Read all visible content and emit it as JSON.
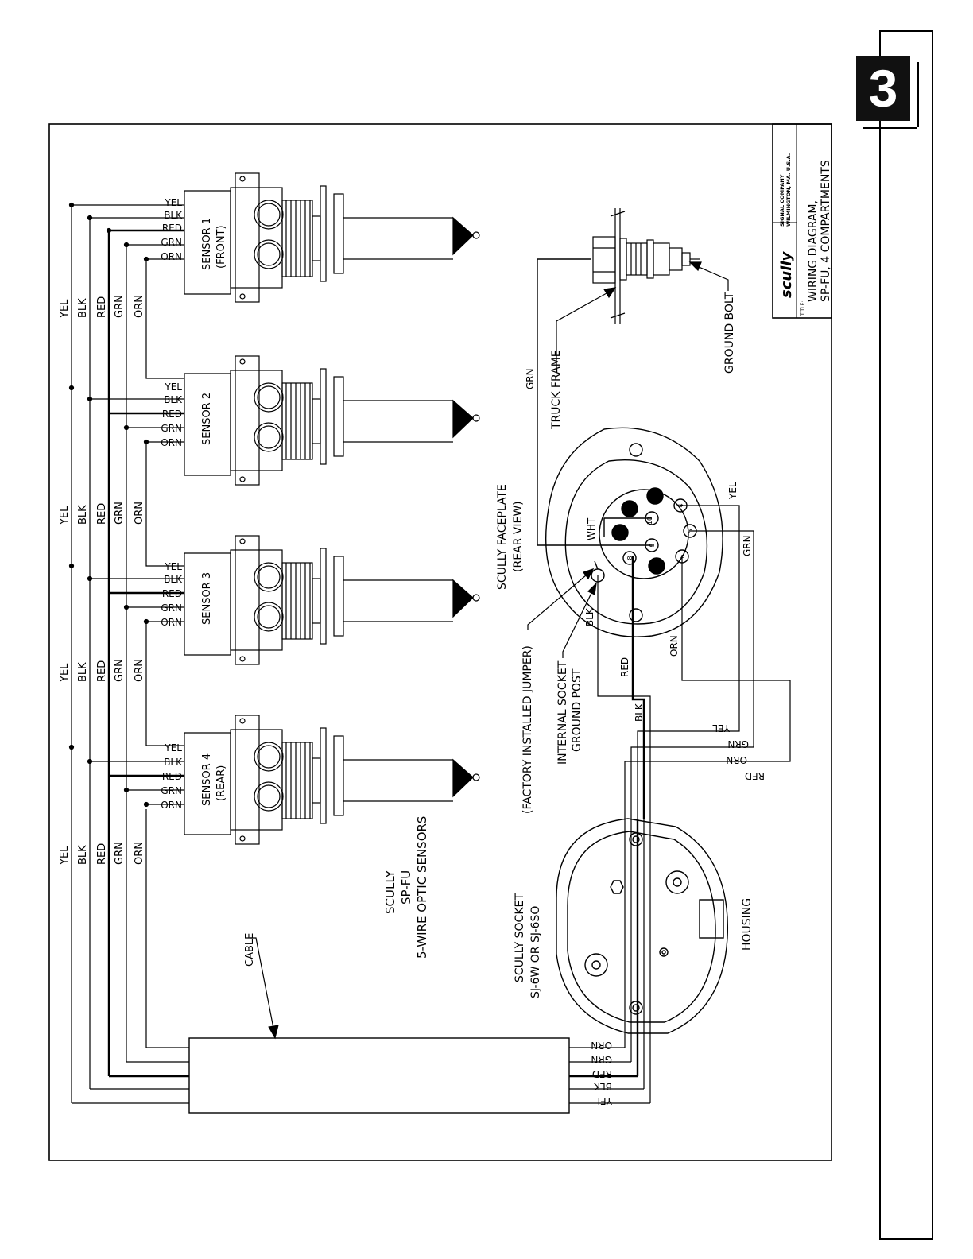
{
  "section_number": "3",
  "title_block": {
    "brand": "scully",
    "company_line1": "SIGNAL COMPANY",
    "company_line2": "WILMINGTON, MA. U.S.A.",
    "title_label": "TITLE:",
    "title_line1": "WIRING DIAGRAM,",
    "title_line2": "SP-FU, 4 COMPARTMENTS"
  },
  "sensors": [
    {
      "name": "SENSOR 1",
      "sub": "(FRONT)"
    },
    {
      "name": "SENSOR 2",
      "sub": ""
    },
    {
      "name": "SENSOR 3",
      "sub": ""
    },
    {
      "name": "SENSOR 4",
      "sub": "(REAR)"
    }
  ],
  "wires": [
    "YEL",
    "BLK",
    "RED",
    "GRN",
    "ORN"
  ],
  "labels": {
    "cable": "CABLE",
    "sensor_desc_1": "SCULLY",
    "sensor_desc_2": "SP-FU",
    "sensor_desc_3": "5-WIRE OPTIC SENSORS",
    "socket_1": "SCULLY SOCKET",
    "socket_2": "SJ-6W OR SJ-6SO",
    "housing": "HOUSING",
    "jumper": "(FACTORY INSTALLED JUMPER)",
    "ground_post_1": "INTERNAL SOCKET",
    "ground_post_2": "GROUND POST",
    "faceplate_1": "SCULLY FACEPLATE",
    "faceplate_2": "(REAR VIEW)",
    "truck_frame": "TRUCK FRAME",
    "ground_bolt": "GROUND BOLT",
    "wht": "WHT"
  },
  "pins": [
    "10",
    "9",
    "8",
    "6",
    "5",
    "4"
  ]
}
